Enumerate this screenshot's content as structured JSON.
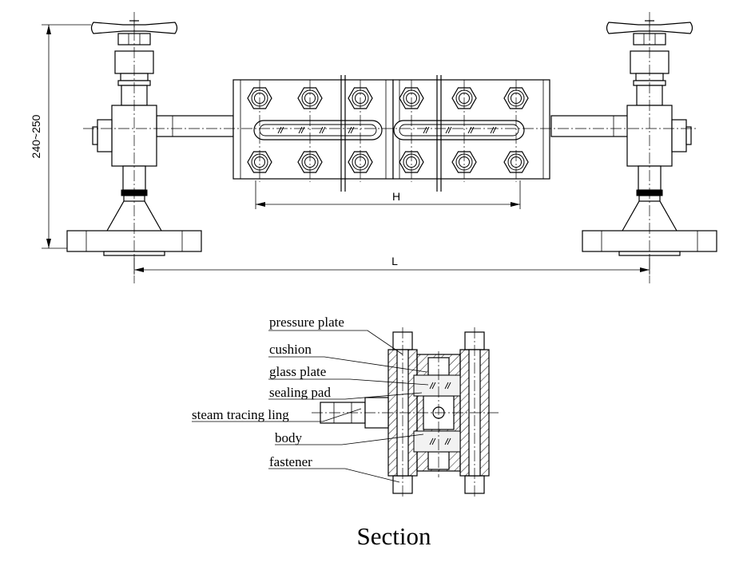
{
  "dimensions": {
    "height_range": "240~250",
    "H": "H",
    "L": "L"
  },
  "section": {
    "title": "Section",
    "labels": [
      "pressure plate",
      "cushion",
      "glass plate",
      "sealing pad",
      "steam tracing ling",
      "body",
      "fastener"
    ]
  }
}
